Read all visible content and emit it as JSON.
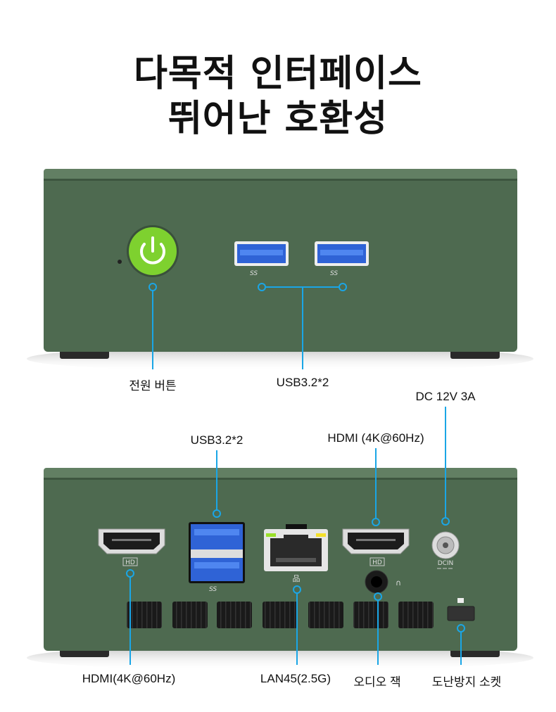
{
  "title": {
    "line1": "다목적 인터페이스",
    "line2": "뛰어난 호환성"
  },
  "front": {
    "labels": {
      "power_button": "전원 버튼",
      "usb": "USB3.2*2"
    },
    "usb_logo": "SS"
  },
  "back": {
    "labels": {
      "dc": "DC 12V 3A",
      "usb": "USB3.2*2",
      "hdmi_top": "HDMI (4K@60Hz)",
      "hdmi_bottom": "HDMI(4K@60Hz)",
      "lan": "LAN45(2.5G)",
      "audio": "오디오 잭",
      "lock": "도난방지 소켓"
    },
    "port_marks": {
      "hd": "HD",
      "dcin": "DCIN",
      "usb_logo": "SS"
    }
  },
  "colors": {
    "case": "#4e6a50",
    "case_top": "#5f7c60",
    "accent": "#1aa6e6",
    "power": "#7ed12f",
    "usb_blue": "#2f63d6"
  }
}
